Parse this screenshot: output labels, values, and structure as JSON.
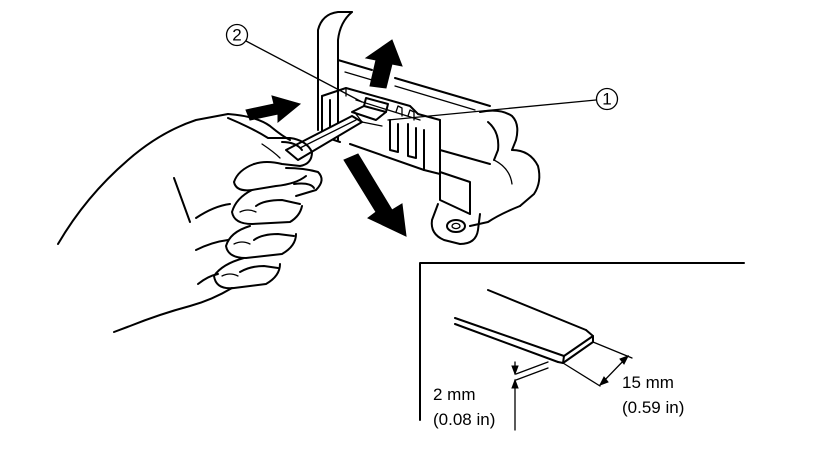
{
  "callouts": [
    {
      "number": "2"
    },
    {
      "number": "1"
    }
  ],
  "inset": {
    "thickness": {
      "metric": "2 mm",
      "imperial": "(0.08 in)"
    },
    "width": {
      "metric": "15 mm",
      "imperial": "(0.59 in)"
    }
  }
}
